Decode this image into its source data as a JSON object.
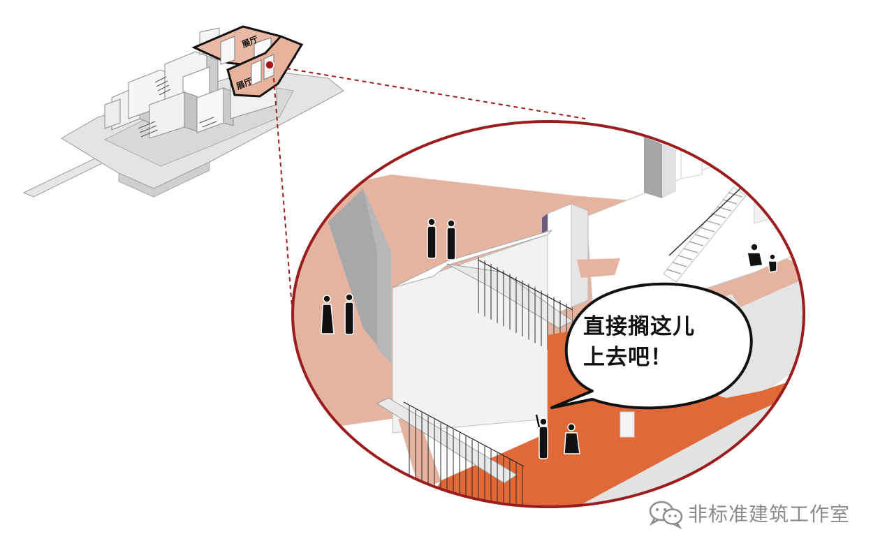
{
  "overview": {
    "labels": [
      "展厅",
      "展厅"
    ]
  },
  "callout": {
    "bubble_lines": [
      "直接搁这儿",
      "上去吧！"
    ]
  },
  "watermark": {
    "text": "非标准建筑工作室",
    "icon": "wechat-icon"
  },
  "colors": {
    "lens_border": "#9b1c1c",
    "highlight_pink": "#e6b3a0",
    "highlight_orange": "#e0693a",
    "wall_gray": "#a9a9a9",
    "watermark_gray": "#8a8a8a"
  }
}
